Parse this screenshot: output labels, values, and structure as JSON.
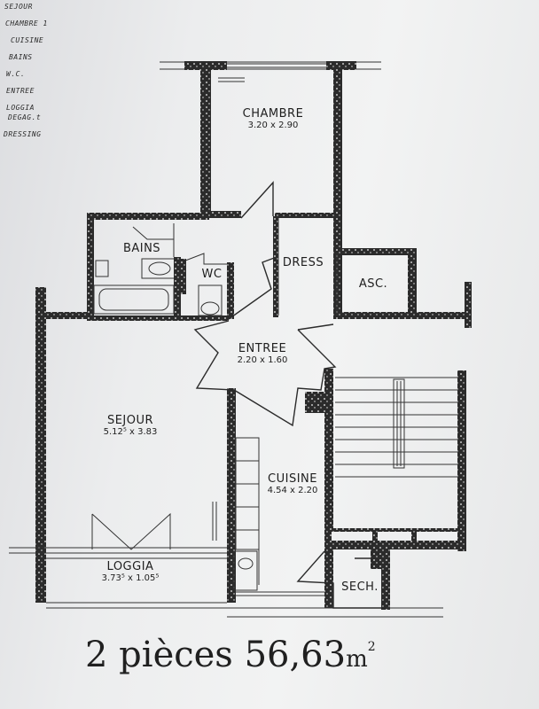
{
  "legend": {
    "items": [
      "SEJOUR",
      "CHAMBRE 1",
      "CUISINE",
      "BAINS",
      "W.C.",
      "ENTREE",
      "LOGGIA",
      "DEGAG.t",
      "DRESSING"
    ]
  },
  "rooms": {
    "chambre": {
      "name": "CHAMBRE",
      "dims": "3.20 x 2.90"
    },
    "bains": {
      "name": "BAINS"
    },
    "wc": {
      "name": "WC"
    },
    "dress": {
      "name": "DRESS"
    },
    "asc": {
      "name": "ASC."
    },
    "entree": {
      "name": "ENTREE",
      "dims": "2.20 x 1.60"
    },
    "sejour": {
      "name": "SEJOUR",
      "dims": "5.12⁵ x 3.83"
    },
    "cuisine": {
      "name": "CUISINE",
      "dims": "4.54 x 2.20"
    },
    "loggia": {
      "name": "LOGGIA",
      "dims": "3.73⁵ x 1.05⁵"
    },
    "sech": {
      "name": "SECH."
    }
  },
  "summary": {
    "rooms_text": "2 pièces",
    "area_value": "56,63",
    "area_unit": "m",
    "area_exp": "2"
  },
  "colors": {
    "ink": "#2b2b2b",
    "paper": "#eeeff0"
  }
}
